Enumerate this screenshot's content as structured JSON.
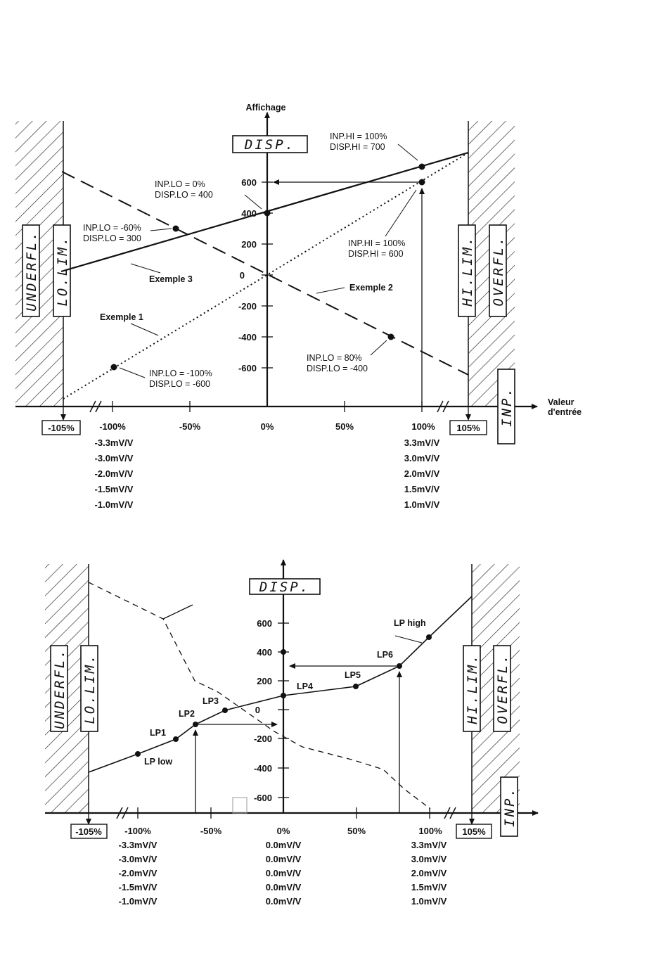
{
  "diagram1": {
    "y_axis_title": "Affichage",
    "x_axis_title_line1": "Valeur",
    "x_axis_title_line2": "d'entrée",
    "disp_box": "DISP.",
    "inp_box": "INP.",
    "left_box": "-105%",
    "right_box": "105%",
    "underfl": "UNDERFL.",
    "lolim": "LO.LIM.",
    "hilim": "HI.LIM.",
    "overfl": "OVERFL.",
    "y_ticks": [
      "600",
      "400",
      "200",
      "0",
      "-200",
      "-400",
      "-600"
    ],
    "x_ticks": [
      "-100%",
      "-50%",
      "0%",
      "50%",
      "100%"
    ],
    "left_mv": [
      "-3.3mV/V",
      "-3.0mV/V",
      "-2.0mV/V",
      "-1.5mV/V",
      "-1.0mV/V"
    ],
    "right_mv": [
      "3.3mV/V",
      "3.0mV/V",
      "2.0mV/V",
      "1.5mV/V",
      "1.0mV/V"
    ],
    "ann_inphi100_700": [
      "INP.HI = 100%",
      "DISP.HI = 700"
    ],
    "ann_inplo0_400": [
      "INP.LO = 0%",
      "DISP.LO = 400"
    ],
    "ann_inplo60_300": [
      "INP.LO = -60%",
      "DISP.LO = 300"
    ],
    "ann_inphi100_600": [
      "INP.HI = 100%",
      "DISP.HI = 600"
    ],
    "ann_inplo80": [
      "INP.LO = 80%",
      "DISP.LO = -400"
    ],
    "ann_inplo100": [
      "INP.LO = -100%",
      "DISP.LO = -600"
    ],
    "ex1": "Exemple 1",
    "ex2": "Exemple 2",
    "ex3": "Exemple 3"
  },
  "diagram2": {
    "disp_box": "DISP.",
    "inp_box": "INP.",
    "left_box": "-105%",
    "right_box": "105%",
    "underfl": "UNDERFL.",
    "lolim": "LO.LIM.",
    "hilim": "HI.LIM.",
    "overfl": "OVERFL.",
    "y_ticks": [
      "600",
      "400",
      "200",
      "0",
      "-200",
      "-400",
      "-600"
    ],
    "x_ticks": [
      "-100%",
      "-50%",
      "0%",
      "50%",
      "100%"
    ],
    "left_mv": [
      "-3.3mV/V",
      "-3.0mV/V",
      "-2.0mV/V",
      "-1.5mV/V",
      "-1.0mV/V"
    ],
    "mid_mv": [
      "0.0mV/V",
      "0.0mV/V",
      "0.0mV/V",
      "0.0mV/V",
      "0.0mV/V"
    ],
    "right_mv": [
      "3.3mV/V",
      "3.0mV/V",
      "2.0mV/V",
      "1.5mV/V",
      "1.0mV/V"
    ],
    "points": [
      "LP low",
      "LP1",
      "LP2",
      "LP3",
      "LP4",
      "LP5",
      "LP6",
      "LP high"
    ]
  }
}
